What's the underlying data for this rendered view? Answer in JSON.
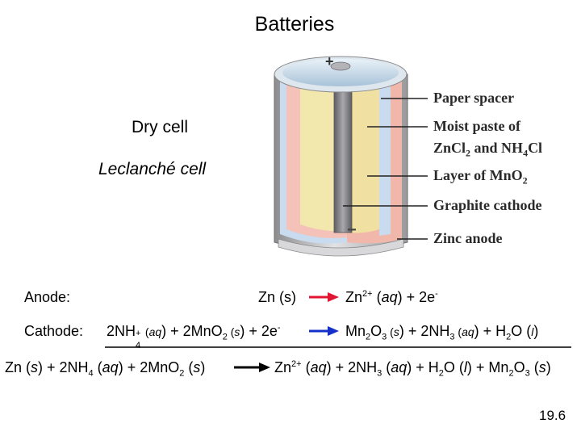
{
  "title": "Batteries",
  "cell_names": {
    "dry": "Dry cell",
    "leclanche": "Leclanché cell"
  },
  "diagram": {
    "plus": "+",
    "minus": "−",
    "labels": {
      "paper_spacer": "Paper spacer",
      "moist_paste_1": "Moist paste of",
      "moist_paste_2a": "ZnCl",
      "moist_paste_2b": "2",
      "moist_paste_2c": " and NH",
      "moist_paste_2d": "4",
      "moist_paste_2e": "Cl",
      "mno2_a": "Layer of MnO",
      "mno2_b": "2",
      "graphite": "Graphite cathode",
      "zinc": "Zinc anode"
    },
    "colors": {
      "zinc": "#b9b9bb",
      "paste": "#f4c2b8",
      "mno2": "#f1e6a7",
      "spacer": "#c2d6ea",
      "graphite": "#7d7d80",
      "arrow_red": "#e01530",
      "arrow_blue": "#1530c8"
    }
  },
  "anode": {
    "label": "Anode:",
    "left": {
      "a": "Zn (s)"
    },
    "right": {
      "a": "Zn",
      "b": "2+",
      "c": " (",
      "d": "aq",
      "e": ") + 2e",
      "f": "-"
    }
  },
  "cathode": {
    "label": "Cathode:",
    "left": {
      "a": "2NH",
      "b": "+",
      "c": "4",
      "d": " (",
      "e": "aq",
      "f": ") + 2MnO",
      "g": "2",
      "h": " (",
      "i": "s",
      "j": ") + 2e",
      "k": "-"
    },
    "right": {
      "a": "Mn",
      "b": "2",
      "c": "O",
      "d": "3",
      "e": " (",
      "f": "s",
      "g": ") + 2NH",
      "h": "3",
      "i": " (",
      "j": "aq",
      "k": ") + H",
      "l": "2",
      "m": "O (",
      "n": "l",
      "o": ")"
    }
  },
  "overall": {
    "left": {
      "a": "Zn (",
      "b": "s",
      "c": ") + 2NH",
      "d": "4",
      "e": " (",
      "f": "aq",
      "g": ") + 2MnO",
      "h": "2",
      "i": " (",
      "j": "s",
      "k": ")"
    },
    "right": {
      "a": "Zn",
      "b": "2+",
      "c": " (",
      "d": "aq",
      "e": ") + 2NH",
      "f": "3",
      "g": " (",
      "h": "aq",
      "i": ") + H",
      "j": "2",
      "k": "O (",
      "l": "l",
      "m": ") + Mn",
      "n": "2",
      "o": "O",
      "p": "3",
      "q": " (",
      "r": "s",
      "s": ")"
    }
  },
  "page_number": "19.6"
}
